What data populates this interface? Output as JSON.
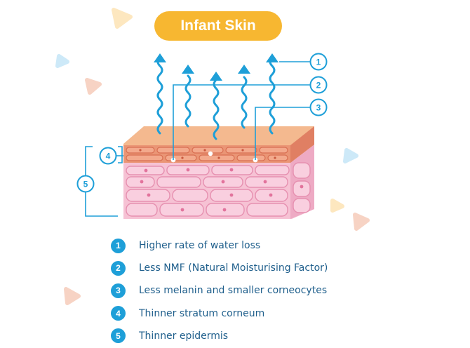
{
  "title": "Infant Skin",
  "callouts": [
    "1",
    "2",
    "3",
    "4",
    "5"
  ],
  "legend": [
    {
      "number": "1",
      "text": "Higher rate of water loss"
    },
    {
      "number": "2",
      "text": "Less NMF (Natural Moisturising Factor)"
    },
    {
      "number": "3",
      "text": "Less melanin and smaller corneocytes"
    },
    {
      "number": "4",
      "text": "Thinner stratum corneum"
    },
    {
      "number": "5",
      "text": "Thinner epidermis"
    }
  ],
  "colors": {
    "accent": "#1e9fd8",
    "title_bg": "#f7b731",
    "legend_text": "#1f5f8c",
    "corneum_top": "#f4b98f",
    "corneum_side": "#e07f63",
    "epidermis": "#f6c2d4",
    "cell_border": "#e690b0"
  }
}
